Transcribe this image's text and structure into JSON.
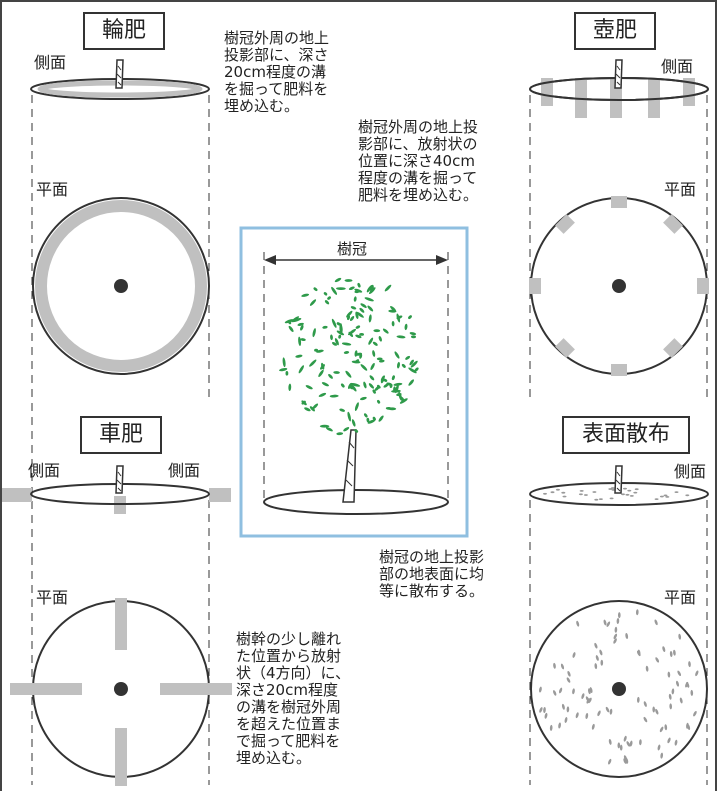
{
  "methods": [
    {
      "id": "ring",
      "title": "輪肥",
      "side_label": "側面",
      "plan_label": "平面",
      "description": "樹冠外周の地上\n投影部に、深さ\n20cm程度の溝\nを掘って肥料を\n埋め込む。"
    },
    {
      "id": "pot",
      "title": "壺肥",
      "side_label": "側面",
      "plan_label": "平面",
      "description": "樹冠外周の地上投\n影部に、放射状の\n位置に深さ40cm\n程度の溝を掘って\n肥料を埋め込む。"
    },
    {
      "id": "wheel",
      "title": "車肥",
      "side_label_left": "側面",
      "side_label_right": "側面",
      "plan_label": "平面",
      "description": "樹幹の少し離れ\nた位置から放射\n状（4方向）に、\n深さ20cm程度\nの溝を樹冠外周\nを超えた位置ま\nで掘って肥料を\n埋め込む。"
    },
    {
      "id": "surface",
      "title": "表面散布",
      "side_label": "側面",
      "plan_label": "平面",
      "description": "樹冠の地上投影\n部の地表面に均\n等に散布する。"
    }
  ],
  "center": {
    "canopy_label": "樹冠"
  },
  "colors": {
    "line": "#333333",
    "fertilizer": "#c0c0c0",
    "center_box": "#8fbfe0",
    "foliage": "#2e9a4a"
  }
}
